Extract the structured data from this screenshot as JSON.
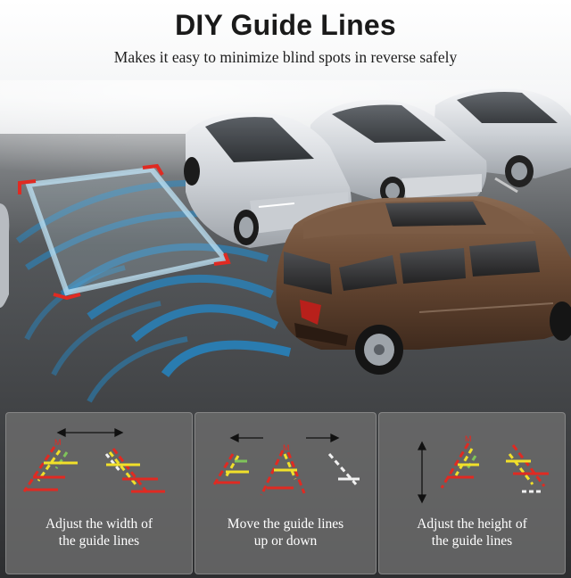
{
  "header": {
    "title": "DIY Guide Lines",
    "subtitle": "Makes it easy to minimize blind spots in reverse safely"
  },
  "features": [
    {
      "caption_line1": "Adjust the width of",
      "caption_line2": "the guide lines",
      "icon": "arrows-horizontal-icon"
    },
    {
      "caption_line1": "Move the guide lines",
      "caption_line2": "up or down",
      "icon": "arrows-horizontal-icon"
    },
    {
      "caption_line1": "Adjust the height of",
      "caption_line2": "the guide lines",
      "icon": "arrow-vertical-icon"
    }
  ],
  "colors": {
    "guide_red": "#e02a22",
    "guide_yellow": "#f1e02a",
    "guide_green": "#7fc35a",
    "guide_white": "#f2f2f2",
    "radar_blue": "#1f8fd6",
    "suv_brown": "#6a4a33",
    "sedan_silver": "#d9dce0",
    "asphalt": "#3a3b3d"
  }
}
